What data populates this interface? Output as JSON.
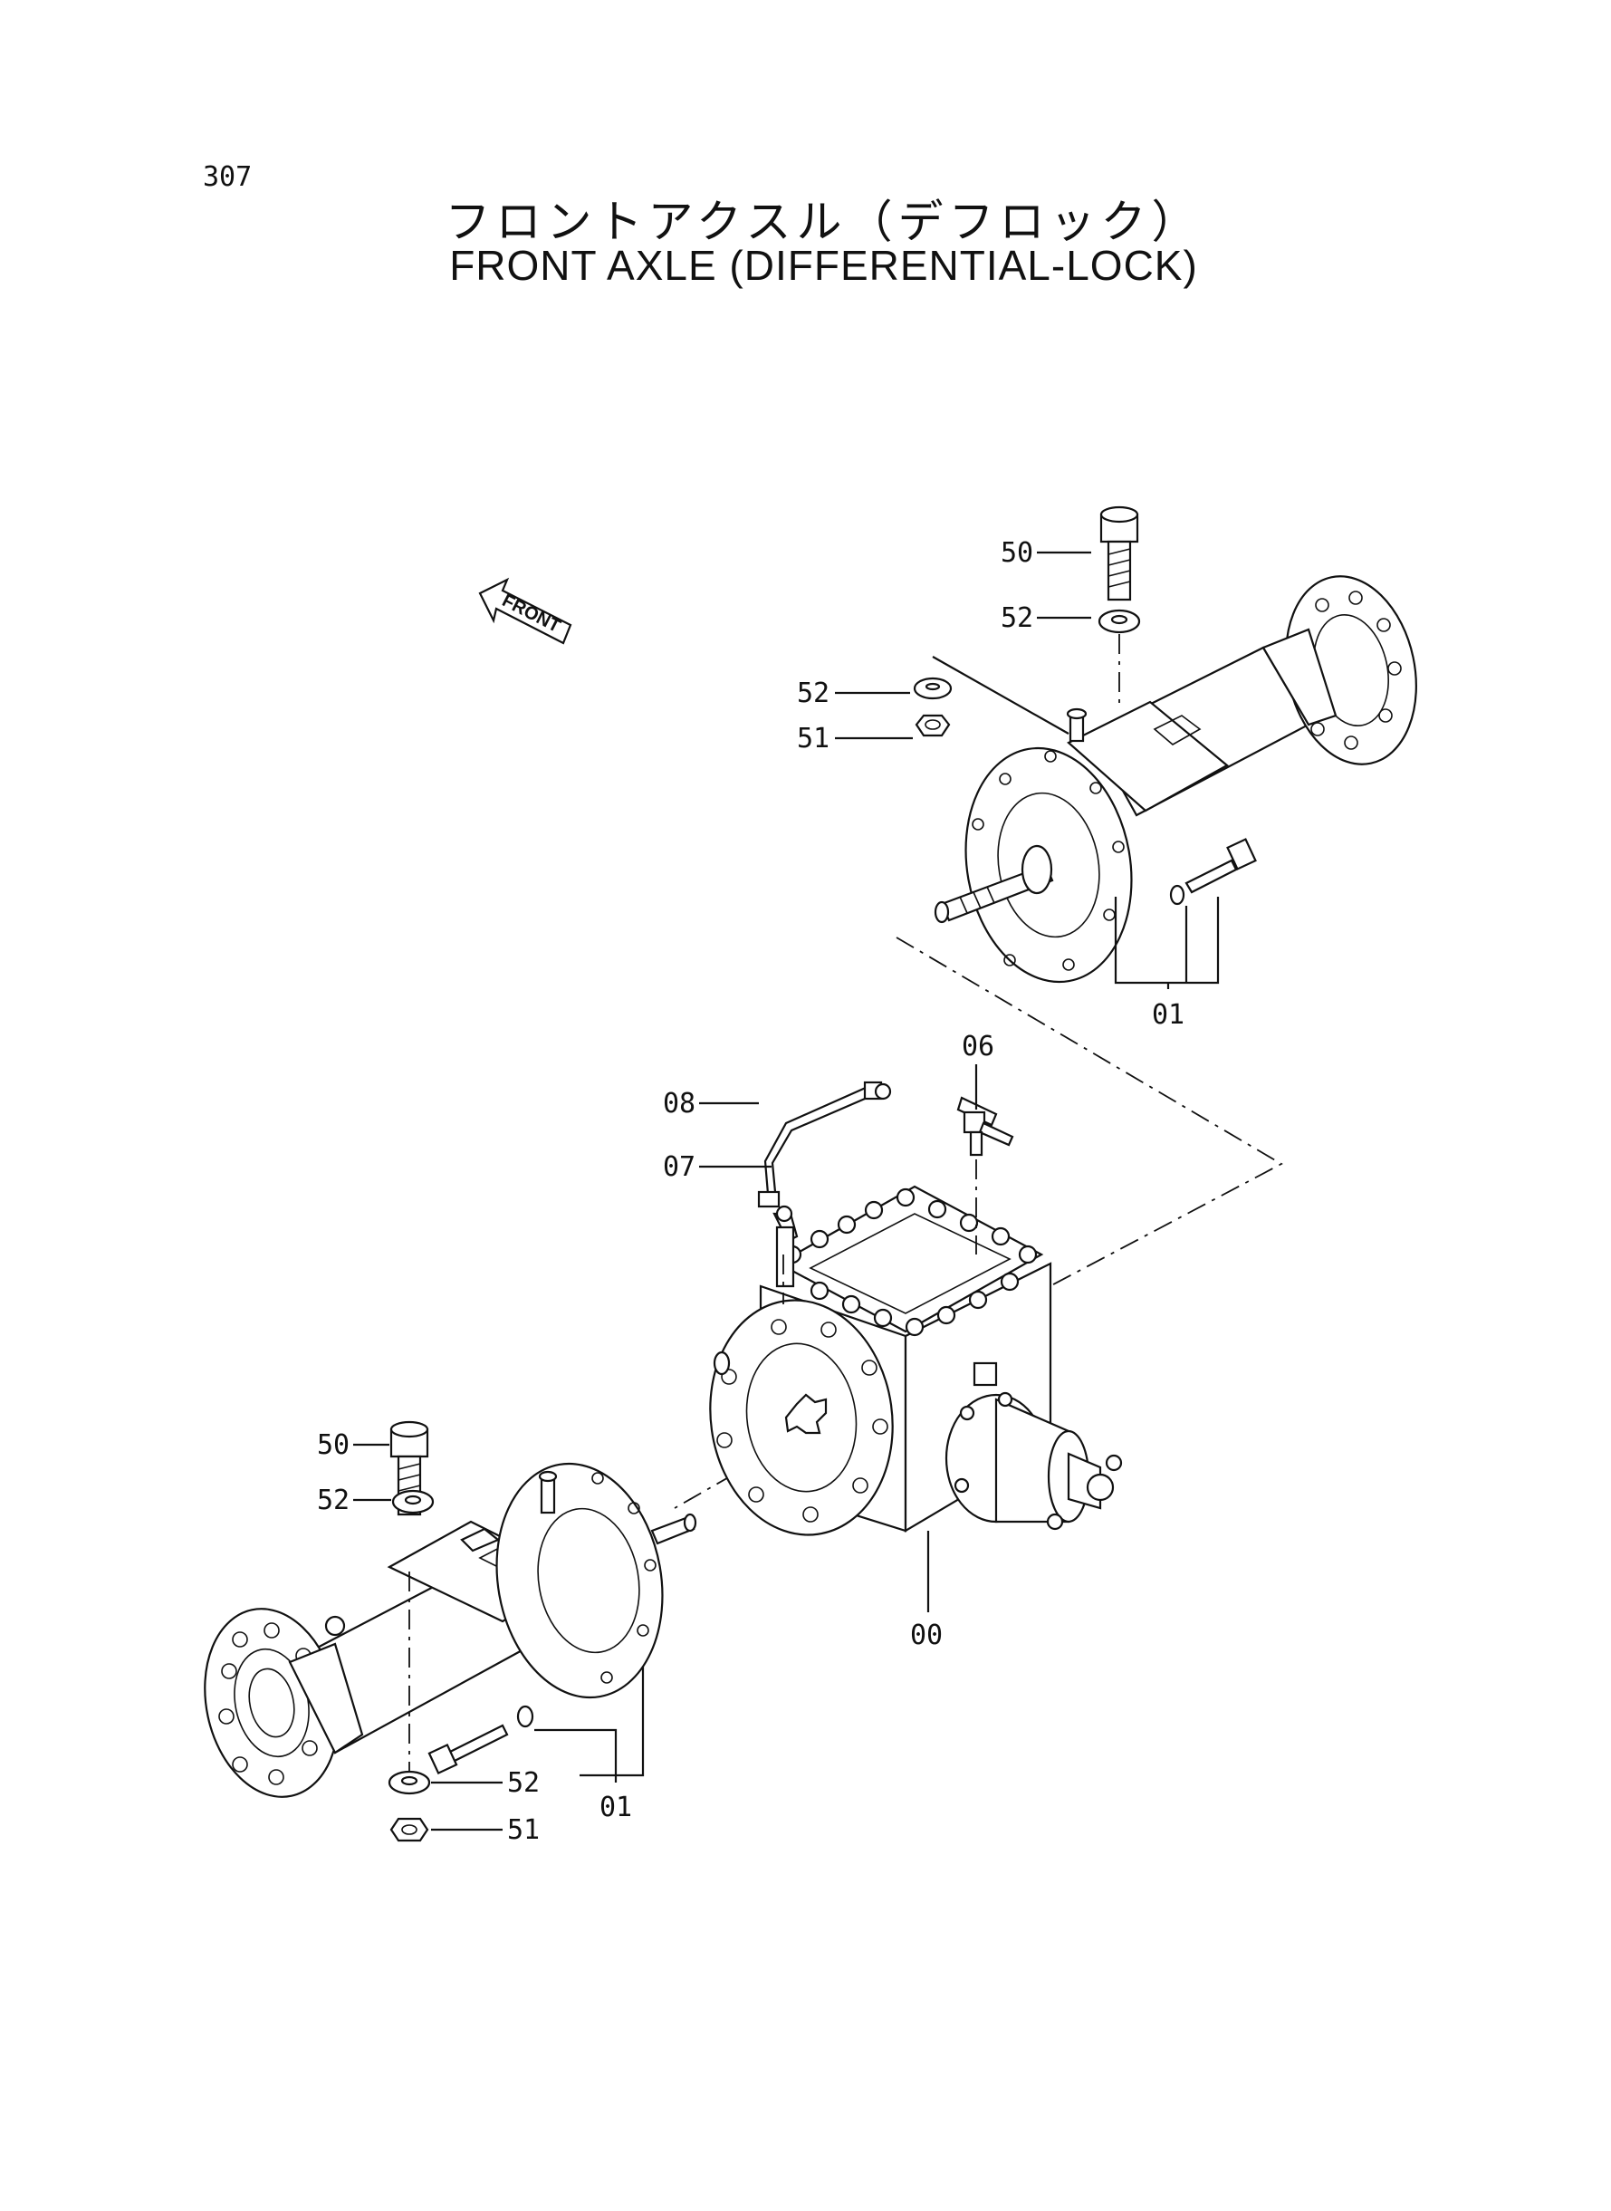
{
  "page_number": "307",
  "title_jp": "フロントアクスル（デフロック）",
  "title_en": "FRONT AXLE (DIFFERENTIAL-LOCK)",
  "direction_label": "FRONT",
  "callouts": {
    "top_bolt": "50",
    "top_washer": "52",
    "top_nut_washer": "52",
    "top_nut": "51",
    "top_axle": "01",
    "tee_fitting": "06",
    "pipe": "08",
    "elbow": "07",
    "diff_housing": "00",
    "bottom_bolt": "50",
    "bottom_washer": "52",
    "bottom_nut_washer": "52",
    "bottom_nut": "51",
    "bottom_axle": "01"
  }
}
